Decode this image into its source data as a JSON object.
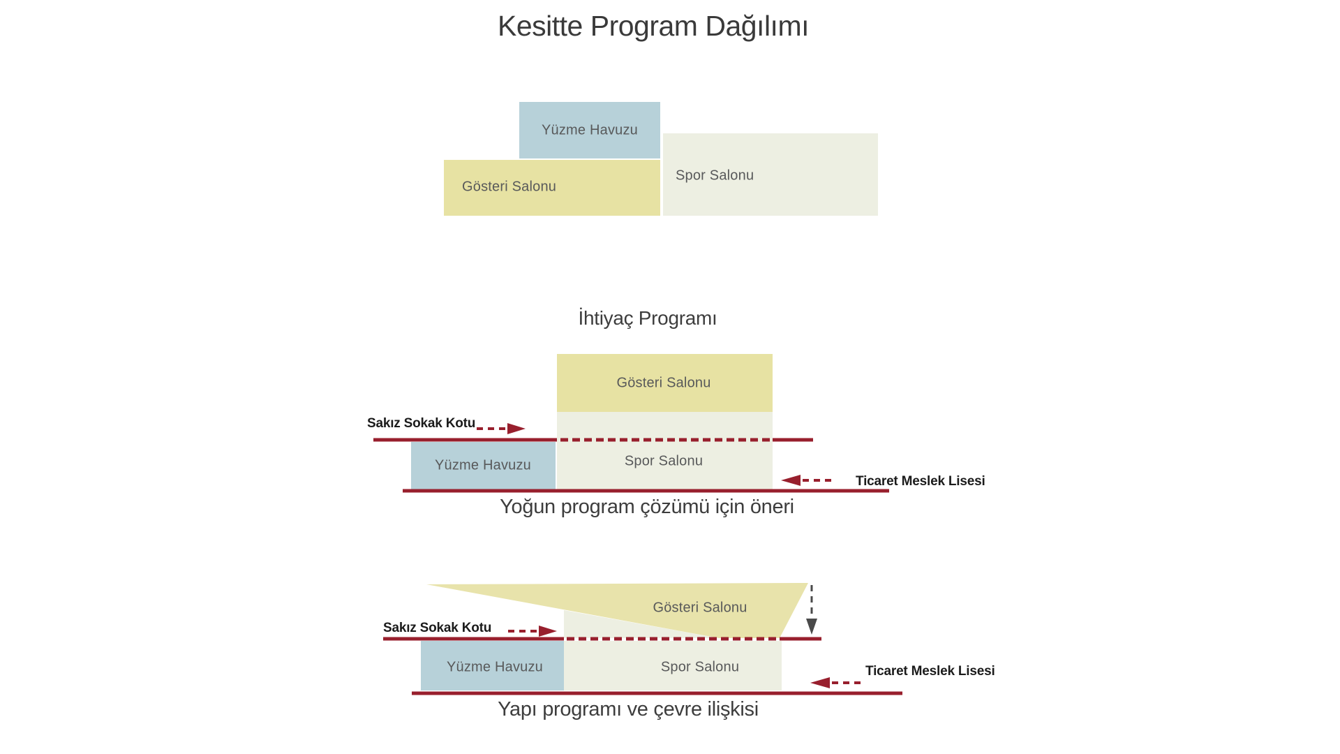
{
  "title": "Kesitte Program Dağılımı",
  "rooms": {
    "pool": "Yüzme Havuzu",
    "show_hall": "Gösteri Salonu",
    "sport_hall": "Spor Salonu"
  },
  "middle_diagram": {
    "heading": "İhtiyaç Programı",
    "street_level_label": "Sakız Sokak Kotu",
    "school_label": "Ticaret Meslek Lisesi",
    "caption": "Yoğun program çözümü için öneri"
  },
  "bottom_diagram": {
    "street_level_label": "Sakız Sokak Kotu",
    "school_label": "Ticaret Meslek Lisesi",
    "caption": "Yapı programı ve çevre ilişkisi"
  },
  "colors": {
    "pool_blue": "#b7d1d9",
    "hall_yellow": "#e7e2a3",
    "wedge_yellow": "#e8e3ab",
    "sport_pale": "#edefe2",
    "street_red": "#981f2d",
    "arrow_gray": "#4a4a4a"
  }
}
